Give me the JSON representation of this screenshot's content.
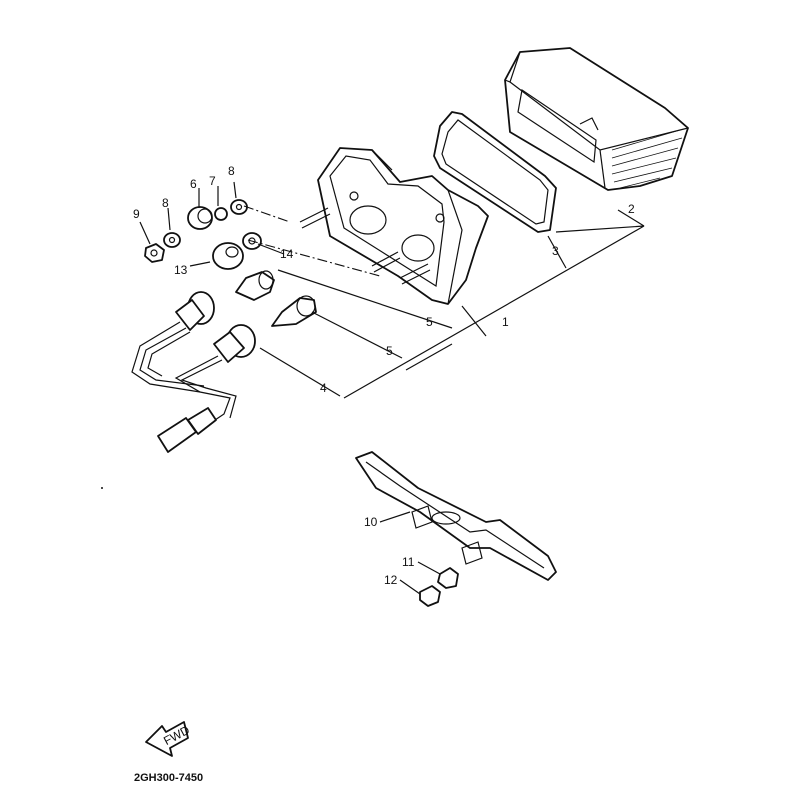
{
  "diagram": {
    "part_code": "2GH300-7450",
    "fwd_label": "FWD",
    "callouts": {
      "c1": "1",
      "c2": "2",
      "c3": "3",
      "c4": "4",
      "c5a": "5",
      "c5b": "5",
      "c6": "6",
      "c7": "7",
      "c8a": "8",
      "c8b": "8",
      "c9": "9",
      "c10": "10",
      "c11": "11",
      "c12": "12",
      "c13": "13",
      "c14": "14"
    }
  }
}
